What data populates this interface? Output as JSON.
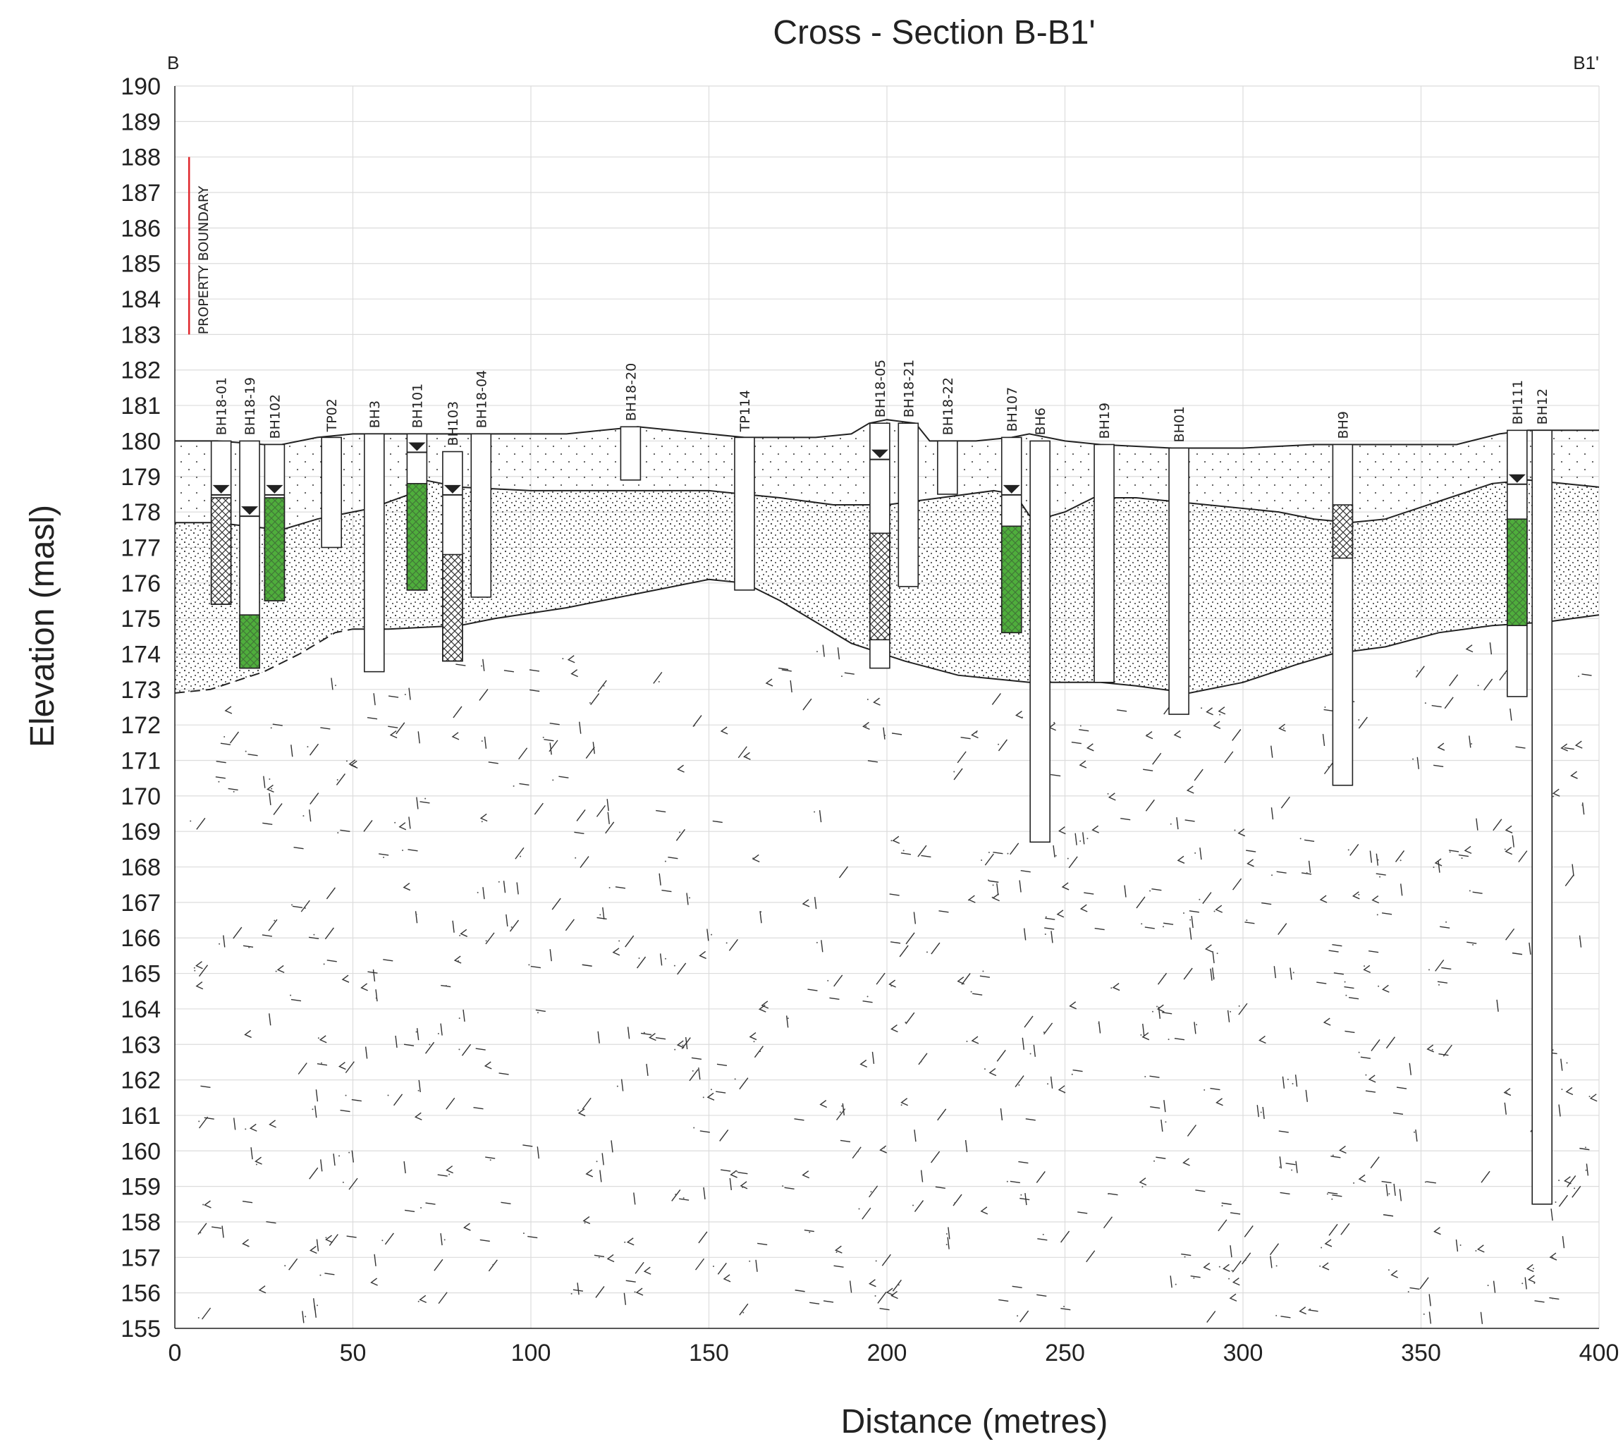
{
  "title": "Cross - Section B-B1'",
  "section_start_label": "B",
  "section_end_label": "B1'",
  "x_axis_label": "Distance (metres)",
  "y_axis_label": "Elevation (masl)",
  "boundary_label": "PROPERTY BOUNDARY",
  "colors": {
    "grid": "#dcdcdc",
    "boundary": "#e0262b",
    "screen_fill": "#4fae3c",
    "outline": "#222222",
    "text": "#222222"
  },
  "chart_data": {
    "type": "cross-section",
    "xlim": [
      0,
      400
    ],
    "ylim": [
      155,
      190
    ],
    "x_ticks": [
      "0",
      "50",
      "100",
      "150",
      "200",
      "250",
      "300",
      "350",
      "400"
    ],
    "y_ticks": [
      "190",
      "189",
      "188",
      "187",
      "186",
      "185",
      "184",
      "183",
      "182",
      "181",
      "180",
      "179",
      "178",
      "177",
      "176",
      "175",
      "174",
      "173",
      "172",
      "171",
      "170",
      "169",
      "168",
      "167",
      "166",
      "165",
      "164",
      "163",
      "162",
      "161",
      "160",
      "159",
      "158",
      "157",
      "156",
      "155"
    ],
    "property_boundary": {
      "x": 4,
      "elev_top": 188,
      "elev_bottom": 183
    },
    "surfaces": {
      "ground": [
        [
          0,
          180.0
        ],
        [
          12,
          180.0
        ],
        [
          25,
          179.9
        ],
        [
          30,
          179.9
        ],
        [
          40,
          180.1
        ],
        [
          50,
          180.2
        ],
        [
          60,
          180.2
        ],
        [
          70,
          180.2
        ],
        [
          80,
          180.2
        ],
        [
          90,
          180.2
        ],
        [
          110,
          180.2
        ],
        [
          120,
          180.3
        ],
        [
          130,
          180.4
        ],
        [
          140,
          180.3
        ],
        [
          150,
          180.2
        ],
        [
          160,
          180.1
        ],
        [
          180,
          180.1
        ],
        [
          190,
          180.2
        ],
        [
          195,
          180.5
        ],
        [
          200,
          180.6
        ],
        [
          208,
          180.5
        ],
        [
          212,
          180.0
        ],
        [
          225,
          180.0
        ],
        [
          235,
          180.1
        ],
        [
          240,
          180.2
        ],
        [
          250,
          180.0
        ],
        [
          260,
          179.9
        ],
        [
          280,
          179.8
        ],
        [
          300,
          179.8
        ],
        [
          320,
          179.9
        ],
        [
          340,
          179.9
        ],
        [
          360,
          179.9
        ],
        [
          372,
          180.2
        ],
        [
          380,
          180.3
        ],
        [
          390,
          180.3
        ],
        [
          400,
          180.3
        ]
      ],
      "fill_base": [
        [
          0,
          177.7
        ],
        [
          12,
          177.7
        ],
        [
          20,
          177.6
        ],
        [
          30,
          177.5
        ],
        [
          40,
          177.8
        ],
        [
          55,
          178.1
        ],
        [
          66,
          178.5
        ],
        [
          70,
          178.9
        ],
        [
          75,
          178.8
        ],
        [
          80,
          178.7
        ],
        [
          100,
          178.6
        ],
        [
          130,
          178.6
        ],
        [
          150,
          178.6
        ],
        [
          170,
          178.4
        ],
        [
          185,
          178.2
        ],
        [
          200,
          178.2
        ],
        [
          215,
          178.4
        ],
        [
          230,
          178.6
        ],
        [
          236,
          178.5
        ],
        [
          240,
          177.9
        ],
        [
          243,
          177.8
        ],
        [
          250,
          178.0
        ],
        [
          258,
          178.4
        ],
        [
          270,
          178.4
        ],
        [
          290,
          178.2
        ],
        [
          310,
          178.0
        ],
        [
          320,
          177.8
        ],
        [
          330,
          177.7
        ],
        [
          340,
          177.8
        ],
        [
          355,
          178.3
        ],
        [
          370,
          178.8
        ],
        [
          380,
          178.9
        ],
        [
          390,
          178.8
        ],
        [
          400,
          178.7
        ]
      ],
      "bedrock": [
        [
          50,
          174.7
        ],
        [
          60,
          174.7
        ],
        [
          80,
          174.8
        ],
        [
          90,
          175.0
        ],
        [
          110,
          175.3
        ],
        [
          130,
          175.7
        ],
        [
          150,
          176.1
        ],
        [
          160,
          176.0
        ],
        [
          170,
          175.5
        ],
        [
          190,
          174.3
        ],
        [
          205,
          173.8
        ],
        [
          220,
          173.4
        ],
        [
          240,
          173.2
        ],
        [
          260,
          173.2
        ],
        [
          270,
          173.1
        ],
        [
          285,
          172.9
        ],
        [
          300,
          173.2
        ],
        [
          315,
          173.7
        ],
        [
          325,
          174.0
        ],
        [
          340,
          174.2
        ],
        [
          355,
          174.6
        ],
        [
          370,
          174.8
        ],
        [
          385,
          174.9
        ],
        [
          400,
          175.1
        ]
      ],
      "bedrock_inferred": [
        [
          0,
          172.9
        ],
        [
          10,
          173.0
        ],
        [
          25,
          173.5
        ],
        [
          35,
          174.0
        ],
        [
          45,
          174.6
        ],
        [
          50,
          174.7
        ]
      ]
    },
    "boreholes": [
      {
        "id": "BH18-01",
        "x": 13,
        "top": 180.0,
        "bottom": 175.4,
        "water": 178.6,
        "hatch": [
          178.4,
          175.4
        ]
      },
      {
        "id": "BH18-19",
        "x": 21,
        "top": 180.0,
        "bottom": 173.6,
        "water": 178.0,
        "screen": [
          175.1,
          173.6
        ]
      },
      {
        "id": "BH102",
        "x": 28,
        "top": 179.9,
        "bottom": 175.5,
        "water": 178.6,
        "screen": [
          178.4,
          175.5
        ]
      },
      {
        "id": "TP02",
        "x": 44,
        "top": 180.1,
        "bottom": 177.0
      },
      {
        "id": "BH3",
        "x": 56,
        "top": 180.2,
        "bottom": 173.5
      },
      {
        "id": "BH101",
        "x": 68,
        "top": 180.2,
        "bottom": 175.8,
        "water": 179.8,
        "screen": [
          178.8,
          175.8
        ]
      },
      {
        "id": "BH103",
        "x": 78,
        "top": 179.7,
        "bottom": 173.8,
        "water": 178.6,
        "hatch": [
          176.8,
          173.8
        ]
      },
      {
        "id": "BH18-04",
        "x": 86,
        "top": 180.2,
        "bottom": 175.6
      },
      {
        "id": "BH18-20",
        "x": 128,
        "top": 180.4,
        "bottom": 178.9
      },
      {
        "id": "TP114",
        "x": 160,
        "top": 180.1,
        "bottom": 175.8
      },
      {
        "id": "BH18-05",
        "x": 198,
        "top": 180.5,
        "bottom": 173.6,
        "water": 179.6,
        "hatch": [
          177.4,
          174.4
        ]
      },
      {
        "id": "BH18-21",
        "x": 206,
        "top": 180.5,
        "bottom": 175.9
      },
      {
        "id": "BH18-22",
        "x": 217,
        "top": 180.0,
        "bottom": 178.5
      },
      {
        "id": "BH107",
        "x": 235,
        "top": 180.1,
        "bottom": 174.6,
        "water": 178.6,
        "screen": [
          177.6,
          174.6
        ]
      },
      {
        "id": "BH6",
        "x": 243,
        "top": 180.0,
        "bottom": 168.7
      },
      {
        "id": "BH19",
        "x": 261,
        "top": 179.9,
        "bottom": 173.2
      },
      {
        "id": "BH01",
        "x": 282,
        "top": 179.8,
        "bottom": 172.3
      },
      {
        "id": "BH9",
        "x": 328,
        "top": 179.9,
        "bottom": 170.3,
        "hatch": [
          178.2,
          176.7
        ]
      },
      {
        "id": "BH111",
        "x": 377,
        "top": 180.3,
        "bottom": 172.8,
        "water": 178.9,
        "screen": [
          177.8,
          174.8
        ]
      },
      {
        "id": "BH12",
        "x": 384,
        "top": 180.3,
        "bottom": 158.5
      }
    ]
  }
}
